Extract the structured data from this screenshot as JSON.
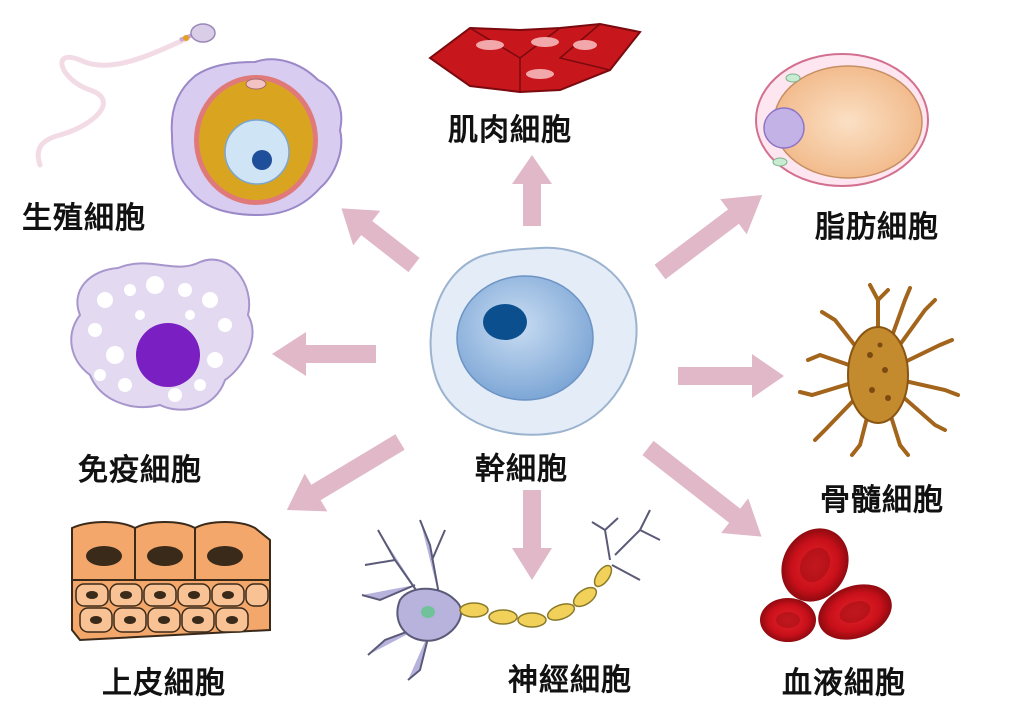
{
  "labels": {
    "stem": "幹細胞",
    "muscle": "肌肉細胞",
    "fat": "脂肪細胞",
    "germ": "生殖細胞",
    "immune": "免疫細胞",
    "marrow": "骨髓細胞",
    "epithelial": "上皮細胞",
    "neuron": "神經細胞",
    "blood": "血液細胞"
  },
  "colors": {
    "arrow": "#e0b8c8",
    "stem_cytoplasm": "#dfe9f5",
    "stem_nucleus": "#0b4f8f",
    "muscle": "#c8161d",
    "fat": "#f8c9a0",
    "germ_yolk": "#d9a520",
    "immune_nucleus": "#7a1fc2",
    "marrow": "#a3641b",
    "epithelial": "#f4a76a",
    "neuron_axon": "#f2d15a",
    "blood": "#c8101a"
  },
  "icons": [
    "sperm-icon",
    "egg-cell-icon",
    "muscle-cell-icon",
    "fat-cell-icon",
    "immune-cell-icon",
    "stem-cell-icon",
    "marrow-cell-icon",
    "epithelial-cells-icon",
    "neuron-icon",
    "red-blood-cells-icon"
  ]
}
